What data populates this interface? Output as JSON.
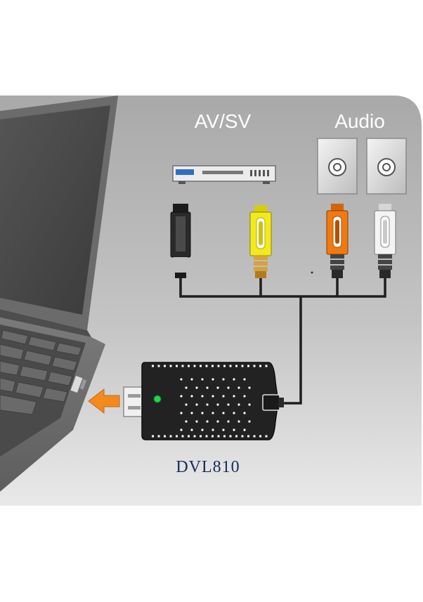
{
  "labels": {
    "av_sv": "AV/SV",
    "audio": "Audio",
    "device_name": "DVL810"
  },
  "icons": {
    "laptop": "laptop-icon",
    "dvd_player": "dvd-player-icon",
    "speaker_left": "speaker-icon",
    "speaker_right": "speaker-icon",
    "svideo_plug": "svideo-plug-icon",
    "video_plug": "rca-plug-yellow-icon",
    "audio_right_plug": "rca-plug-orange-icon",
    "audio_left_plug": "rca-plug-white-icon",
    "usb_dongle": "usb-capture-dongle-icon",
    "arrow": "arrow-left-icon",
    "led": "green-led-icon"
  },
  "colors": {
    "panel_bg": "#b3b3b3",
    "video_plug": "#f2ea1c",
    "audio_right_plug": "#f07a12",
    "audio_left_plug": "#f4f4f4",
    "svideo_plug": "#2a2a2a",
    "arrow": "#f28a1e",
    "led": "#22d64a",
    "device_label": "#1a2a5a"
  }
}
